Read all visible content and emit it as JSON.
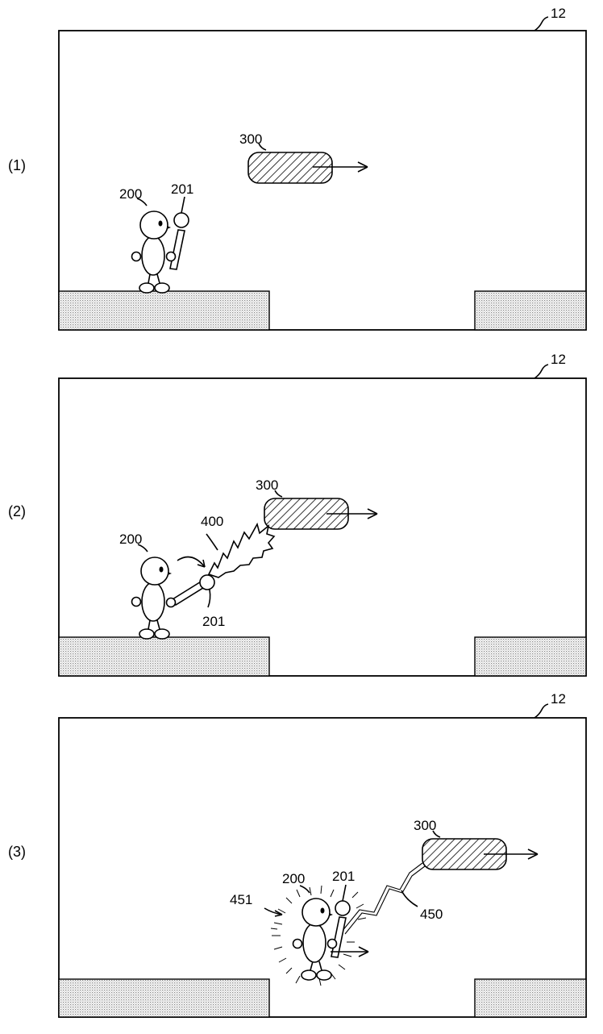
{
  "panels": [
    {
      "step": "(1)",
      "screen_ref": "12",
      "character_ref": "200",
      "item_ref": "201",
      "target_ref": "300"
    },
    {
      "step": "(2)",
      "screen_ref": "12",
      "character_ref": "200",
      "item_ref": "201",
      "target_ref": "300",
      "effect_ref": "400"
    },
    {
      "step": "(3)",
      "screen_ref": "12",
      "character_ref": "200",
      "item_ref": "201",
      "target_ref": "300",
      "link_ref": "450",
      "glow_ref": "451"
    }
  ],
  "colors": {
    "line": "#000000",
    "ground_dots": "#9a9a9a",
    "background": "#ffffff"
  }
}
